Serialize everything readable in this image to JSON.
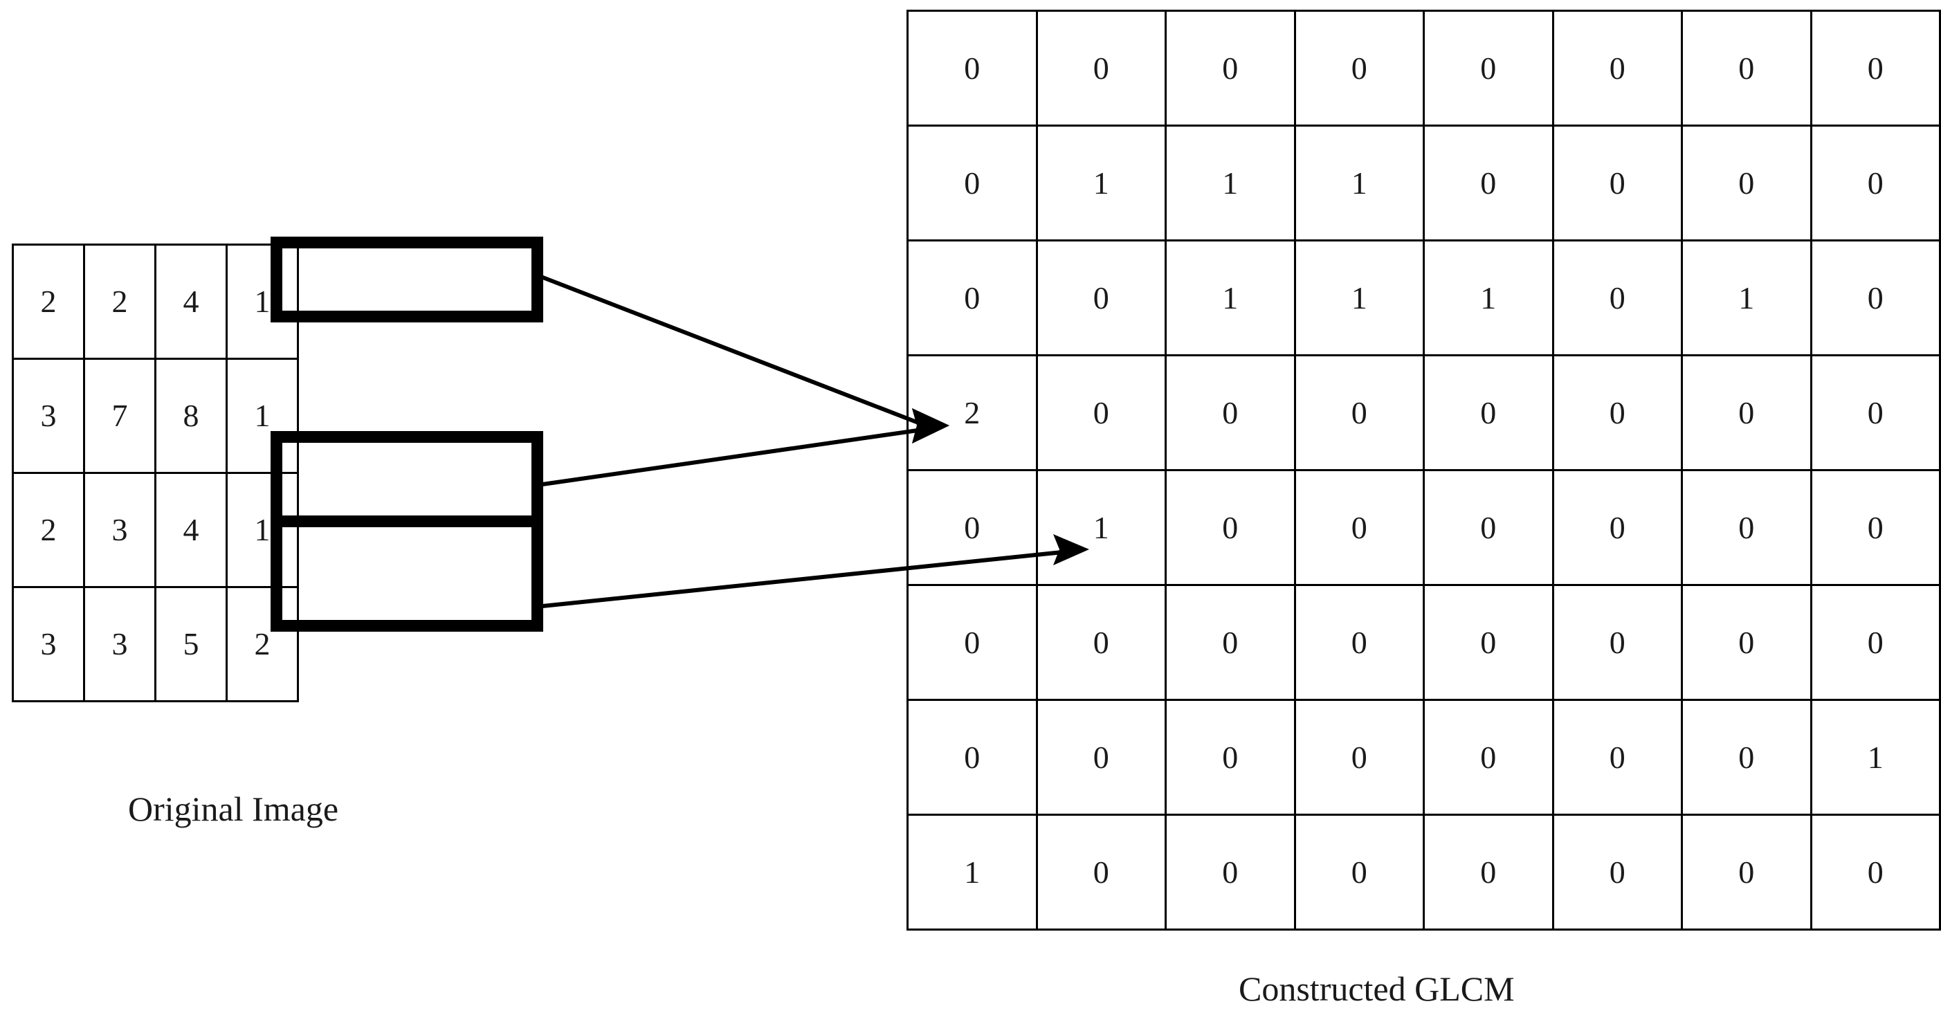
{
  "labels": {
    "original_image": "Original Image",
    "constructed_glcm": "Constructed GLCM"
  },
  "colors": {
    "line": "#000000",
    "background": "#ffffff",
    "text": "#1a1a1a"
  },
  "chart_data": {
    "type": "table",
    "title": "GLCM construction diagram",
    "panels": [
      {
        "name": "original_image",
        "label": "Original Image",
        "rows": 4,
        "cols": 4,
        "values": [
          [
            2,
            2,
            4,
            1
          ],
          [
            3,
            7,
            8,
            1
          ],
          [
            2,
            3,
            4,
            1
          ],
          [
            3,
            3,
            5,
            2
          ]
        ],
        "highlighted_regions": [
          {
            "name": "pair-4-1-top",
            "cells": [
              [
                0,
                2
              ],
              [
                0,
                3
              ]
            ],
            "values": [
              4,
              1
            ]
          },
          {
            "name": "pair-4-1-middle",
            "cells": [
              [
                2,
                2
              ],
              [
                2,
                3
              ]
            ],
            "values": [
              4,
              1
            ]
          },
          {
            "name": "pair-5-2-bottom",
            "cells": [
              [
                3,
                2
              ],
              [
                3,
                3
              ]
            ],
            "values": [
              5,
              2
            ]
          }
        ]
      },
      {
        "name": "constructed_glcm",
        "label": "Constructed GLCM",
        "rows": 8,
        "cols": 8,
        "values": [
          [
            0,
            0,
            0,
            0,
            0,
            0,
            0,
            0
          ],
          [
            0,
            1,
            1,
            1,
            0,
            0,
            0,
            0
          ],
          [
            0,
            0,
            1,
            1,
            1,
            0,
            1,
            0
          ],
          [
            2,
            0,
            0,
            0,
            0,
            0,
            0,
            0
          ],
          [
            0,
            1,
            0,
            0,
            0,
            0,
            0,
            0
          ],
          [
            0,
            0,
            0,
            0,
            0,
            0,
            0,
            0
          ],
          [
            0,
            0,
            0,
            0,
            0,
            0,
            0,
            1
          ],
          [
            1,
            0,
            0,
            0,
            0,
            0,
            0,
            0
          ]
        ]
      }
    ],
    "annotations": [
      {
        "name": "arrow-top-pair-to-glcm",
        "from_values": [
          4,
          1
        ],
        "to_cell": [
          3,
          0
        ],
        "to_value": 2
      },
      {
        "name": "arrow-middle-pair-to-glcm",
        "from_values": [
          4,
          1
        ],
        "to_cell": [
          3,
          0
        ],
        "to_value": 2
      },
      {
        "name": "arrow-bottom-pair-to-glcm",
        "from_values": [
          5,
          2
        ],
        "to_cell": [
          4,
          1
        ],
        "to_value": 1
      }
    ]
  }
}
